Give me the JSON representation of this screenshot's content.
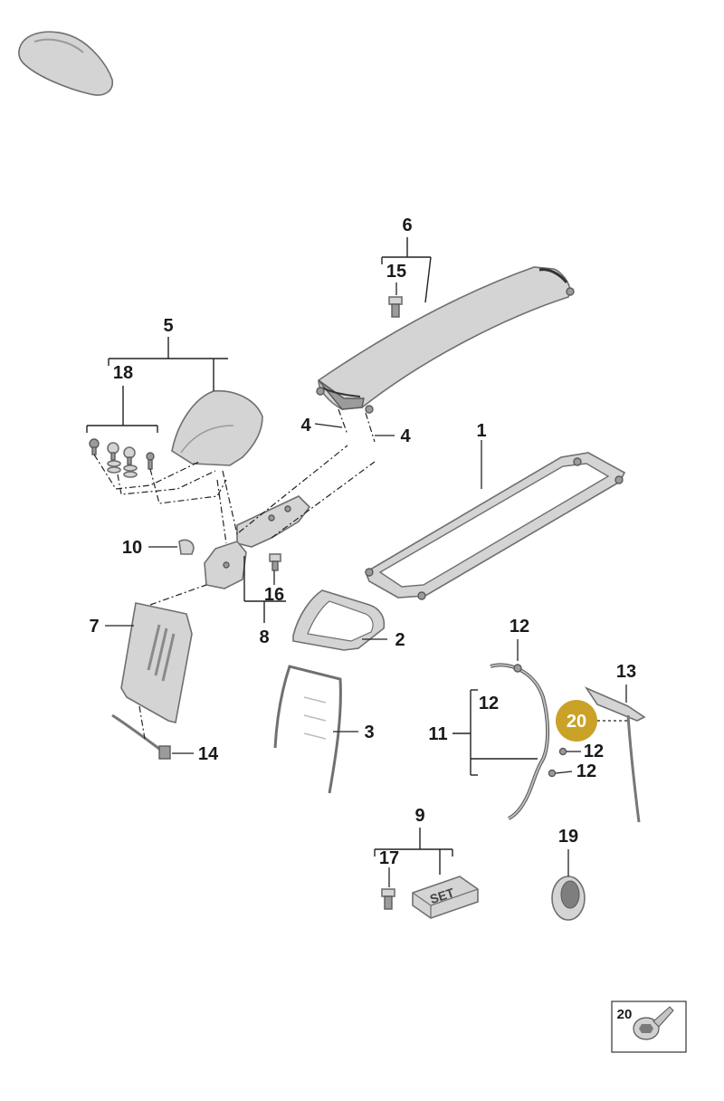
{
  "highlight_color": "#c9a227",
  "callouts": {
    "c1": "1",
    "c2": "2",
    "c3": "3",
    "c4a": "4",
    "c4b": "4",
    "c5": "5",
    "c6": "6",
    "c7": "7",
    "c8": "8",
    "c9": "9",
    "c10": "10",
    "c11": "11",
    "c12a": "12",
    "c12b": "12",
    "c12c": "12",
    "c12d": "12",
    "c13": "13",
    "c14": "14",
    "c15": "15",
    "c16": "16",
    "c17": "17",
    "c18": "18",
    "c19": "19",
    "c20": "20"
  },
  "set_label": "SET",
  "legend": {
    "number": "20"
  }
}
